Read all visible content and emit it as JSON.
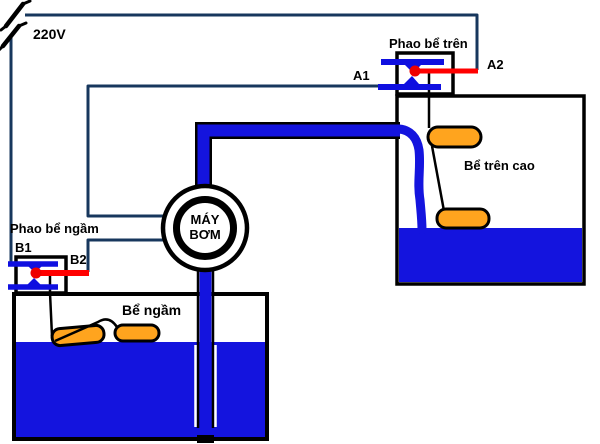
{
  "power_supply": {
    "voltage": "220V"
  },
  "upper_float_switch": {
    "label": "Phao bể trên",
    "terminal_a1": "A1",
    "terminal_a2": "A2"
  },
  "lower_float_switch": {
    "label": "Phao bể ngầm",
    "terminal_b1": "B1",
    "terminal_b2": "B2"
  },
  "pump": {
    "line1": "MÁY",
    "line2": "BƠM"
  },
  "upper_tank": {
    "label": "Bể trên cao"
  },
  "lower_tank": {
    "label": "Bể ngầm"
  },
  "colors": {
    "wire": "#17375D",
    "live_wire": "#FF0000",
    "contact_dot": "#EE0000",
    "water": "#1414DE",
    "pipe": "#1414DE",
    "contact": "#0F0FE0",
    "float_orange": "#FFA41E",
    "outline": "#000000"
  }
}
